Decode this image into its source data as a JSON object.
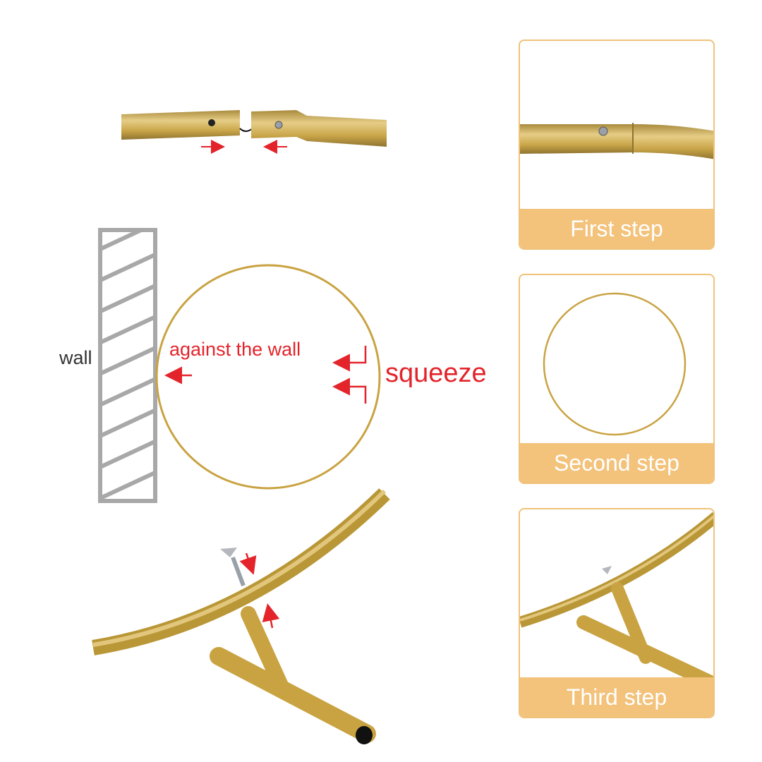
{
  "labels": {
    "wall": "wall",
    "against": "against the wall",
    "squeeze": "squeeze"
  },
  "steps": [
    {
      "caption": "First step"
    },
    {
      "caption": "Second step"
    },
    {
      "caption": "Third step"
    }
  ],
  "colors": {
    "gold": "#c9a342",
    "arrow_red": "#e3242b",
    "caption_bg": "#f3c27b",
    "wall_gray": "#a8a8a8"
  }
}
